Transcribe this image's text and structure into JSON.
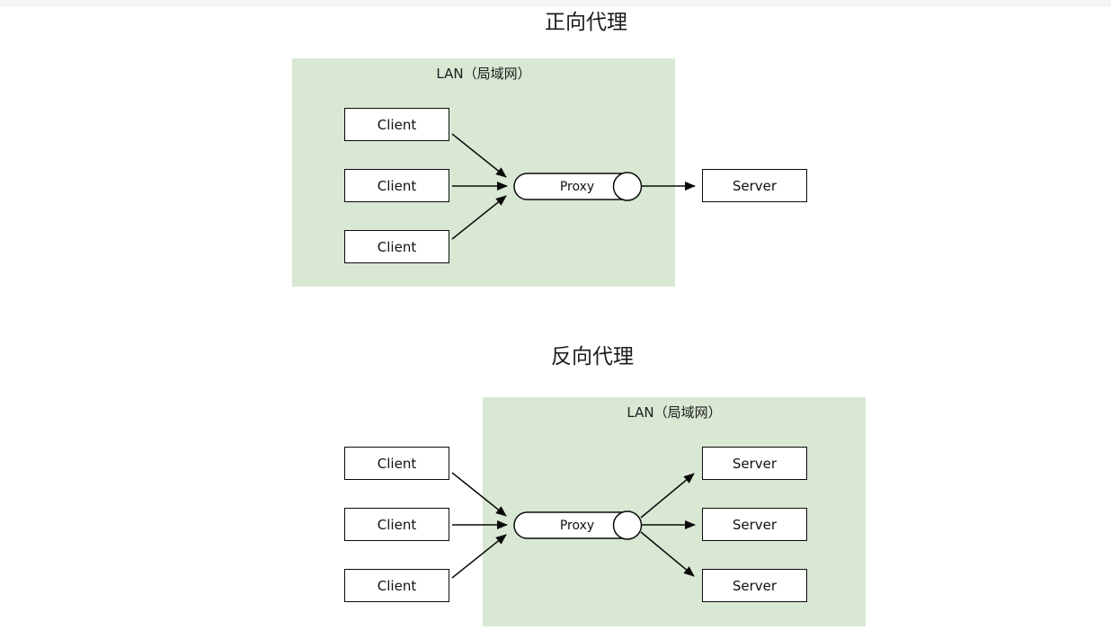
{
  "colors": {
    "canvas_bg": "#ffffff",
    "topbar_bg": "#f5f5f6",
    "lan_fill": "#d8e8d3",
    "node_fill": "#ffffff",
    "node_border": "#0a0a0a",
    "arrow": "#0a0a0a",
    "text": "#111111"
  },
  "forward": {
    "title": "正向代理",
    "lan_label": "LAN（局域网）",
    "clients": [
      "Client",
      "Client",
      "Client"
    ],
    "proxy": "Proxy",
    "servers": [
      "Server"
    ]
  },
  "reverse": {
    "title": "反向代理",
    "lan_label": "LAN（局域网）",
    "clients": [
      "Client",
      "Client",
      "Client"
    ],
    "proxy": "Proxy",
    "servers": [
      "Server",
      "Server",
      "Server"
    ]
  }
}
